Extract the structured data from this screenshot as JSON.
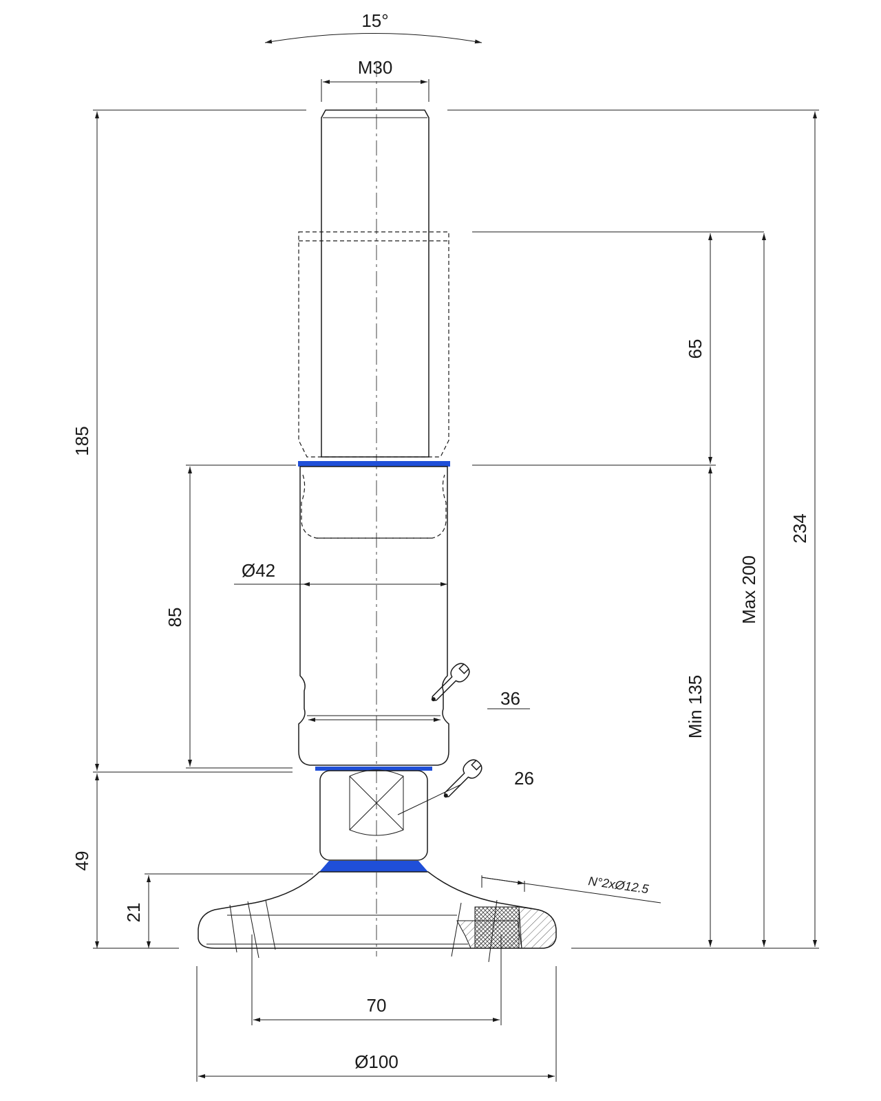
{
  "dimensions": {
    "angle": "15°",
    "thread": "M30",
    "overall_height": "185",
    "stroke": "65",
    "body_height": "85",
    "body_diameter": "Ø42",
    "wrench_body": "36",
    "wrench_nut": "26",
    "base_height": "49",
    "foot_height": "21",
    "holes": "N°2xØ12.5",
    "hole_spacing": "70",
    "foot_diameter": "Ø100",
    "min_height": "Min 135",
    "max_height": "Max 200",
    "total_height": "234"
  },
  "colors": {
    "accent": "#1f4fd8",
    "line": "#1a1a1a"
  },
  "icons": [
    "wrench-icon",
    "wrench-icon"
  ]
}
